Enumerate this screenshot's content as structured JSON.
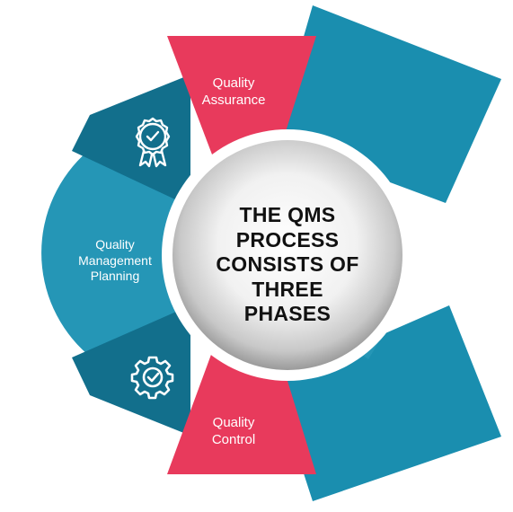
{
  "center": {
    "line1": "THE QMS",
    "line2": "PROCESS",
    "line3": "CONSISTS OF",
    "line4": "THREE PHASES"
  },
  "phases": {
    "quality_assurance": {
      "line1": "Quality",
      "line2": "Assurance"
    },
    "quality_management_planning": {
      "line1": "Quality",
      "line2": "Management",
      "line3": "Planning"
    },
    "quality_control": {
      "line1": "Quality",
      "line2": "Control"
    }
  },
  "colors": {
    "teal_dark": "#126F8C",
    "teal": "#1A8EAF",
    "teal_light": "#2596B6",
    "pink": "#E83A5C",
    "center_text": "#111111"
  },
  "icons": {
    "assurance": "badge-check-icon",
    "control": "gear-check-icon"
  }
}
